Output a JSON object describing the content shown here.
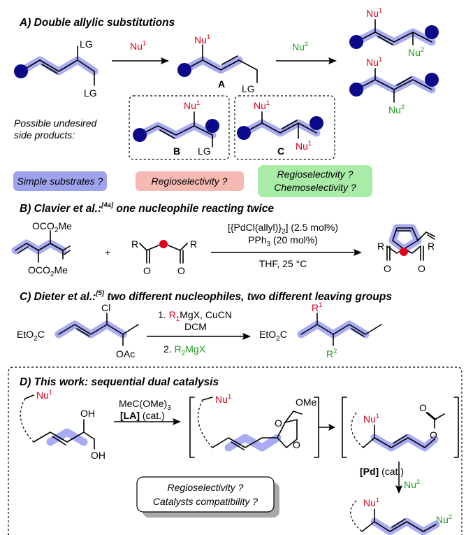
{
  "sections": {
    "A": {
      "title": "A) Double allylic substitutions"
    },
    "B": {
      "title": "B) Clavier et al.:",
      "ref": "[4a]",
      "rest": " one nucleophile reacting twice"
    },
    "C": {
      "title": "C) Dieter et al.:",
      "ref": "[5]",
      "rest": " two different nucleophiles, two different leaving groups"
    },
    "D": {
      "title": "D) This work: sequential dual catalysis"
    }
  },
  "labels": {
    "LG": "LG",
    "Nu": "Nu",
    "sup1": "1",
    "sup2": "2",
    "A": "A",
    "B": "B",
    "C": "C",
    "side_line1": "Possible undesired",
    "side_line2": "side products:"
  },
  "badges": {
    "simple": {
      "text": "Simple substrates ?",
      "color": "#9fa3ee"
    },
    "regio": {
      "text": "Regioselectivity ?",
      "color": "#f6b9b3"
    },
    "regio_chemo_1": "Regioselectivity ?",
    "regio_chemo_2": "Chemoselectivity ?",
    "regio_chemo_color": "#a8eca8",
    "regio_cat_1": "Regioselectivity ?",
    "regio_cat_2": "Catalysts compatibility ?"
  },
  "sectionB": {
    "oco2me": "OCO",
    "me": "Me",
    "sub2": "2",
    "plus": "+",
    "R": "R",
    "O": "O",
    "cond1a": "[{PdCl(allyl)}",
    "cond1b": "2",
    "cond1c": "] (2.5 mol%)",
    "cond2a": "PPh",
    "cond2b": "3",
    "cond2c": " (20 mol%)",
    "cond3": "THF, 25 °C"
  },
  "sectionC": {
    "eto2c_a": "EtO",
    "eto2c_b": "2",
    "eto2c_c": "C",
    "cl": "Cl",
    "oac": "OAc",
    "step1_num": "1. ",
    "step1_r": "R",
    "step1_sub": "1",
    "step1_rest": "MgX, CuCN",
    "step1_solv": "DCM",
    "step2_num": "2. ",
    "step2_r": "R",
    "step2_sub": "2",
    "step2_rest": "MgX",
    "R1": "R",
    "R1sub": "1",
    "R2": "R",
    "R2sub": "2"
  },
  "sectionD": {
    "OH": "OH",
    "OMe": "OMe",
    "O": "O",
    "reagent_a": "MeC(OMe)",
    "reagent_b": "3",
    "la": "[LA]",
    "la_cat": " (cat.)",
    "pd": "[Pd]",
    "pd_cat": " (cat.)"
  },
  "colors": {
    "highlight": "#9a9ef0",
    "nu1": "#e0001b",
    "nu2": "#1f9a1f",
    "dot": "#0a0a8a"
  }
}
